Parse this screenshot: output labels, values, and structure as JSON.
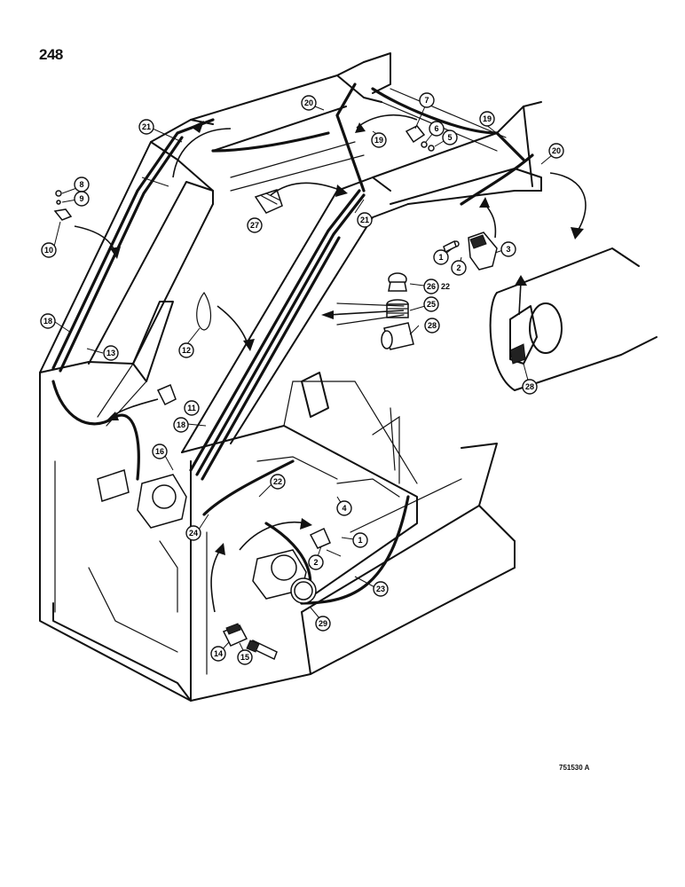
{
  "page": {
    "number": "248",
    "figure_code": "751530 A"
  },
  "callouts": [
    {
      "id": "c1a",
      "label": "1"
    },
    {
      "id": "c1b",
      "label": "1"
    },
    {
      "id": "c2a",
      "label": "2"
    },
    {
      "id": "c2b",
      "label": "2"
    },
    {
      "id": "c3",
      "label": "3"
    },
    {
      "id": "c4",
      "label": "4"
    },
    {
      "id": "c5",
      "label": "5"
    },
    {
      "id": "c6",
      "label": "6"
    },
    {
      "id": "c7",
      "label": "7"
    },
    {
      "id": "c8",
      "label": "8"
    },
    {
      "id": "c9",
      "label": "9"
    },
    {
      "id": "c10",
      "label": "10"
    },
    {
      "id": "c11",
      "label": "11"
    },
    {
      "id": "c12",
      "label": "12"
    },
    {
      "id": "c13",
      "label": "13"
    },
    {
      "id": "c14",
      "label": "14"
    },
    {
      "id": "c15",
      "label": "15"
    },
    {
      "id": "c16",
      "label": "16"
    },
    {
      "id": "c18a",
      "label": "18"
    },
    {
      "id": "c18b",
      "label": "18"
    },
    {
      "id": "c19a",
      "label": "19"
    },
    {
      "id": "c19b",
      "label": "19"
    },
    {
      "id": "c20a",
      "label": "20"
    },
    {
      "id": "c20b",
      "label": "20"
    },
    {
      "id": "c21a",
      "label": "21"
    },
    {
      "id": "c21b",
      "label": "21"
    },
    {
      "id": "c22b",
      "label": "22"
    },
    {
      "id": "c23",
      "label": "23"
    },
    {
      "id": "c24",
      "label": "24"
    },
    {
      "id": "c25",
      "label": "25"
    },
    {
      "id": "c26",
      "label": "26"
    },
    {
      "id": "c27",
      "label": "27"
    },
    {
      "id": "c28a",
      "label": "28"
    },
    {
      "id": "c28b",
      "label": "28"
    },
    {
      "id": "c29",
      "label": "29"
    }
  ],
  "plain_labels": {
    "label22_top": "22"
  }
}
